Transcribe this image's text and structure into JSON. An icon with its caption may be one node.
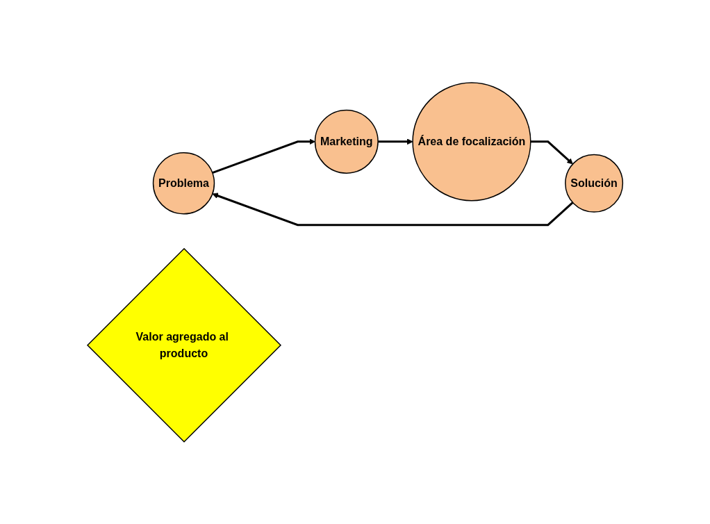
{
  "diagram": {
    "nodes": [
      {
        "text": [
          "Problema"
        ]
      },
      {
        "text": [
          "Marketing"
        ]
      },
      {
        "text": [
          "Valor agregado al producto"
        ]
      },
      {
        "text": [
          "Área de focalización"
        ]
      },
      {
        "text": [
          "Solución"
        ]
      }
    ],
    "edges": [
      {
        "from": 0,
        "to": 1,
        "arrow": "to"
      },
      {
        "from": 1,
        "to": 3,
        "arrow": "to"
      },
      {
        "from": 3,
        "to": 4,
        "arrow": "to"
      },
      {
        "from": 4,
        "to": 0,
        "arrow": "to"
      }
    ]
  }
}
